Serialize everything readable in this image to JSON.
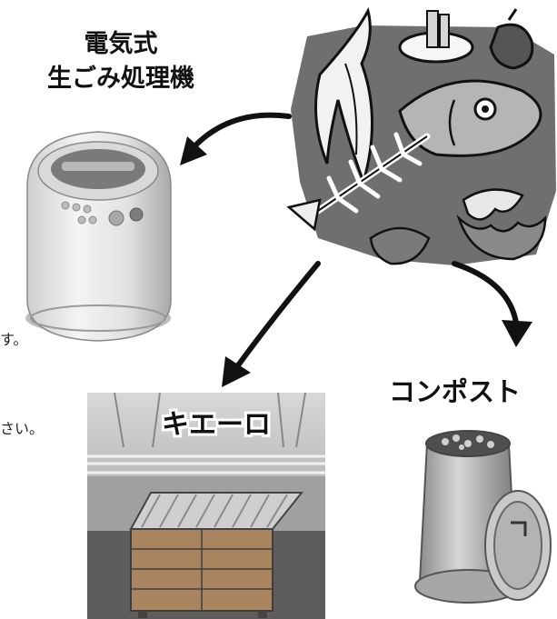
{
  "labels": {
    "garbage_processor": [
      "電気式",
      "生ごみ処理機"
    ],
    "kieero": "キエーロ",
    "compost": "コンポスト"
  },
  "text_fragments": [
    "す。",
    "さい。"
  ]
}
